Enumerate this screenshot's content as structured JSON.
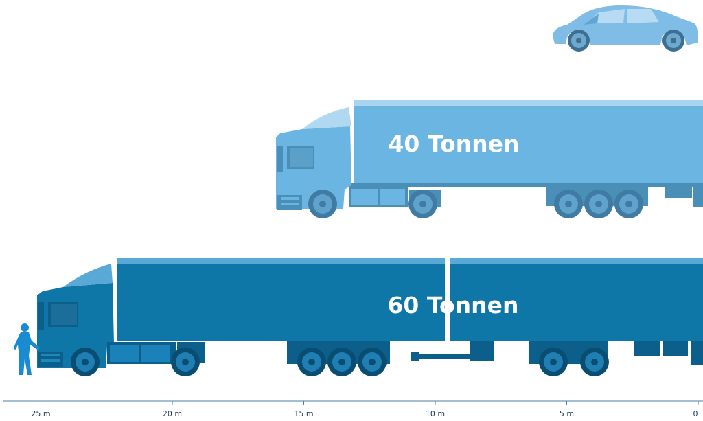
{
  "vehicles": {
    "truck_40": {
      "label": "40 Tonnen"
    },
    "truck_60": {
      "label": "60 Tonnen"
    }
  },
  "scale": {
    "unit": "m",
    "ticks": [
      {
        "value": 25,
        "label": "25 m"
      },
      {
        "value": 20,
        "label": "20 m"
      },
      {
        "value": 15,
        "label": "15 m"
      },
      {
        "value": 10,
        "label": "10 m"
      },
      {
        "value": 5,
        "label": "5 m"
      },
      {
        "value": 0,
        "label": "0"
      }
    ]
  },
  "colors": {
    "car": "#7fbde6",
    "truck_40_body": "#6bb5e2",
    "truck_40_dark": "#4a8fb8",
    "truck_60_body": "#0f76a8",
    "truck_60_dark": "#0b5f8a",
    "wheel": "#4a8ab0",
    "person": "#1a8bd0",
    "axis": "#4a7fa8"
  }
}
